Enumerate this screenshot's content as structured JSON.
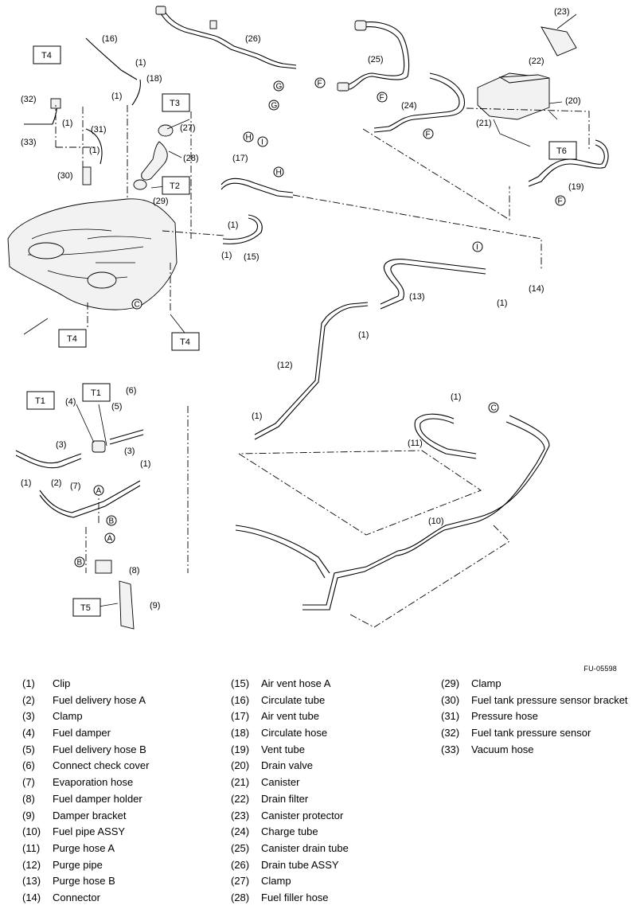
{
  "figure_id": "FU-05598",
  "diagram": {
    "callouts": [
      {
        "id": "c-23",
        "text": "(23)"
      },
      {
        "id": "c-16",
        "text": "(16)"
      },
      {
        "id": "c-26",
        "text": "(26)"
      },
      {
        "id": "c-25",
        "text": "(25)"
      },
      {
        "id": "c-22",
        "text": "(22)"
      },
      {
        "id": "c-1a",
        "text": "(1)"
      },
      {
        "id": "c-18",
        "text": "(18)"
      },
      {
        "id": "c-1b",
        "text": "(1)"
      },
      {
        "id": "c-32",
        "text": "(32)"
      },
      {
        "id": "c-33",
        "text": "(33)"
      },
      {
        "id": "c-1c",
        "text": "(1)"
      },
      {
        "id": "c-31",
        "text": "(31)"
      },
      {
        "id": "c-1d",
        "text": "(1)"
      },
      {
        "id": "c-27",
        "text": "(27)"
      },
      {
        "id": "c-24",
        "text": "(24)"
      },
      {
        "id": "c-20",
        "text": "(20)"
      },
      {
        "id": "c-21",
        "text": "(21)"
      },
      {
        "id": "c-28",
        "text": "(28)"
      },
      {
        "id": "c-30",
        "text": "(30)"
      },
      {
        "id": "c-17",
        "text": "(17)"
      },
      {
        "id": "c-29",
        "text": "(29)"
      },
      {
        "id": "c-19",
        "text": "(19)"
      },
      {
        "id": "c-1e",
        "text": "(1)"
      },
      {
        "id": "c-1f",
        "text": "(1)"
      },
      {
        "id": "c-15",
        "text": "(15)"
      },
      {
        "id": "c-13",
        "text": "(13)"
      },
      {
        "id": "c-1g",
        "text": "(1)"
      },
      {
        "id": "c-14",
        "text": "(14)"
      },
      {
        "id": "c-1h",
        "text": "(1)"
      },
      {
        "id": "c-12",
        "text": "(12)"
      },
      {
        "id": "c-6",
        "text": "(6)"
      },
      {
        "id": "c-4",
        "text": "(4)"
      },
      {
        "id": "c-5",
        "text": "(5)"
      },
      {
        "id": "c-1i",
        "text": "(1)"
      },
      {
        "id": "c-1j",
        "text": "(1)"
      },
      {
        "id": "c-11",
        "text": "(11)"
      },
      {
        "id": "c-3a",
        "text": "(3)"
      },
      {
        "id": "c-3b",
        "text": "(3)"
      },
      {
        "id": "c-1k",
        "text": "(1)"
      },
      {
        "id": "c-1l",
        "text": "(1)"
      },
      {
        "id": "c-2",
        "text": "(2)"
      },
      {
        "id": "c-7",
        "text": "(7)"
      },
      {
        "id": "c-10",
        "text": "(10)"
      },
      {
        "id": "c-8",
        "text": "(8)"
      },
      {
        "id": "c-9",
        "text": "(9)"
      }
    ],
    "torque_boxes": [
      {
        "id": "t4-top",
        "text": "T4"
      },
      {
        "id": "t3",
        "text": "T3"
      },
      {
        "id": "t2",
        "text": "T2"
      },
      {
        "id": "t6",
        "text": "T6"
      },
      {
        "id": "t4-bl",
        "text": "T4"
      },
      {
        "id": "t4-br",
        "text": "T4"
      },
      {
        "id": "t1-a",
        "text": "T1"
      },
      {
        "id": "t1-b",
        "text": "T1"
      },
      {
        "id": "t5",
        "text": "T5"
      }
    ],
    "connection_marks": [
      {
        "id": "m-G1",
        "text": "G"
      },
      {
        "id": "m-F1",
        "text": "F"
      },
      {
        "id": "m-G2",
        "text": "G"
      },
      {
        "id": "m-F2",
        "text": "F"
      },
      {
        "id": "m-H1",
        "text": "H"
      },
      {
        "id": "m-I1",
        "text": "I"
      },
      {
        "id": "m-F3",
        "text": "F"
      },
      {
        "id": "m-H2",
        "text": "H"
      },
      {
        "id": "m-F4",
        "text": "F"
      },
      {
        "id": "m-I2",
        "text": "I"
      },
      {
        "id": "m-C1",
        "text": "C"
      },
      {
        "id": "m-C2",
        "text": "C"
      },
      {
        "id": "m-A1",
        "text": "A"
      },
      {
        "id": "m-B1",
        "text": "B"
      },
      {
        "id": "m-A2",
        "text": "A"
      },
      {
        "id": "m-B2",
        "text": "B"
      }
    ]
  },
  "legend": {
    "columns": [
      [
        {
          "num": "(1)",
          "name": "Clip"
        },
        {
          "num": "(2)",
          "name": "Fuel delivery hose A"
        },
        {
          "num": "(3)",
          "name": "Clamp"
        },
        {
          "num": "(4)",
          "name": "Fuel damper"
        },
        {
          "num": "(5)",
          "name": "Fuel delivery hose B"
        },
        {
          "num": "(6)",
          "name": "Connect check cover"
        },
        {
          "num": "(7)",
          "name": "Evaporation hose"
        },
        {
          "num": "(8)",
          "name": "Fuel damper holder"
        },
        {
          "num": "(9)",
          "name": "Damper bracket"
        },
        {
          "num": "(10)",
          "name": "Fuel pipe ASSY"
        },
        {
          "num": "(11)",
          "name": "Purge hose A"
        },
        {
          "num": "(12)",
          "name": "Purge pipe"
        },
        {
          "num": "(13)",
          "name": "Purge hose B"
        },
        {
          "num": "(14)",
          "name": "Connector"
        }
      ],
      [
        {
          "num": "(15)",
          "name": "Air vent hose A"
        },
        {
          "num": "(16)",
          "name": "Circulate tube"
        },
        {
          "num": "(17)",
          "name": "Air vent tube"
        },
        {
          "num": "(18)",
          "name": "Circulate hose"
        },
        {
          "num": "(19)",
          "name": "Vent tube"
        },
        {
          "num": "(20)",
          "name": "Drain valve"
        },
        {
          "num": "(21)",
          "name": "Canister"
        },
        {
          "num": "(22)",
          "name": "Drain filter"
        },
        {
          "num": "(23)",
          "name": "Canister protector"
        },
        {
          "num": "(24)",
          "name": "Charge tube"
        },
        {
          "num": "(25)",
          "name": "Canister drain tube"
        },
        {
          "num": "(26)",
          "name": "Drain tube ASSY"
        },
        {
          "num": "(27)",
          "name": "Clamp"
        },
        {
          "num": "(28)",
          "name": "Fuel filler hose"
        }
      ],
      [
        {
          "num": "(29)",
          "name": "Clamp"
        },
        {
          "num": "(30)",
          "name": "Fuel tank pressure sensor bracket"
        },
        {
          "num": "(31)",
          "name": "Pressure hose"
        },
        {
          "num": "(32)",
          "name": "Fuel tank pressure sensor"
        },
        {
          "num": "(33)",
          "name": "Vacuum hose"
        }
      ]
    ]
  }
}
